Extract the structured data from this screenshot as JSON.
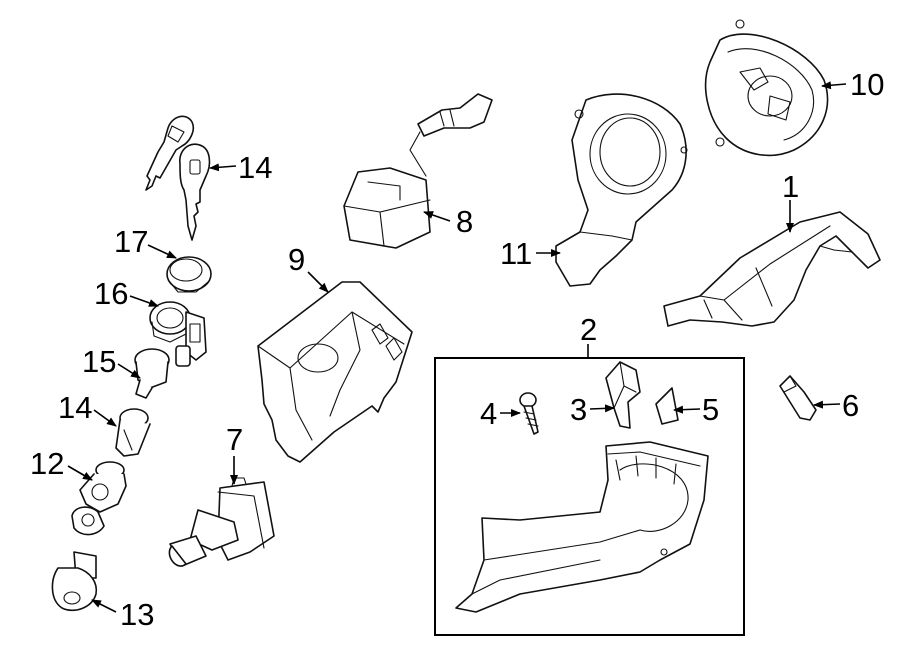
{
  "callouts": {
    "c1": "1",
    "c2": "2",
    "c3": "3",
    "c4": "4",
    "c5": "5",
    "c6": "6",
    "c7": "7",
    "c8": "8",
    "c9": "9",
    "c10": "10",
    "c11": "11",
    "c12": "12",
    "c13": "13",
    "c14a": "14",
    "c14b": "14",
    "c15": "15",
    "c16": "16",
    "c17": "17"
  },
  "colors": {
    "line": "#111111",
    "background": "#ffffff"
  }
}
